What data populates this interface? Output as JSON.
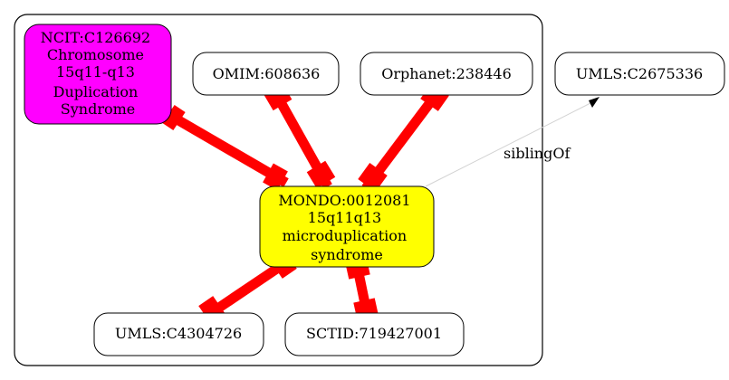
{
  "colors": {
    "edge_red": "#ff0000",
    "highlight_magenta": "#ff00ff",
    "highlight_yellow": "#ffff00",
    "node_white": "#ffffff",
    "stroke_black": "#000000",
    "sibling_edge_gray": "#d3d3d3"
  },
  "nodes": {
    "ncit": {
      "lines": [
        "NCIT:C126692",
        "Chromosome",
        "15q11-q13",
        "Duplication",
        "Syndrome"
      ],
      "color": "#ff00ff"
    },
    "omim": {
      "lines": [
        "OMIM:608636"
      ],
      "color": "#ffffff"
    },
    "orphanet": {
      "lines": [
        "Orphanet:238446"
      ],
      "color": "#ffffff"
    },
    "umls_c2675336": {
      "lines": [
        "UMLS:C2675336"
      ],
      "color": "#ffffff"
    },
    "mondo": {
      "lines": [
        "MONDO:0012081",
        "15q11q13",
        "microduplication",
        "syndrome"
      ],
      "color": "#ffff00"
    },
    "umls_c4304726": {
      "lines": [
        "UMLS:C4304726"
      ],
      "color": "#ffffff"
    },
    "sctid": {
      "lines": [
        "SCTID:719427001"
      ],
      "color": "#ffffff"
    }
  },
  "edges": {
    "sibling_label": "siblingOf"
  }
}
